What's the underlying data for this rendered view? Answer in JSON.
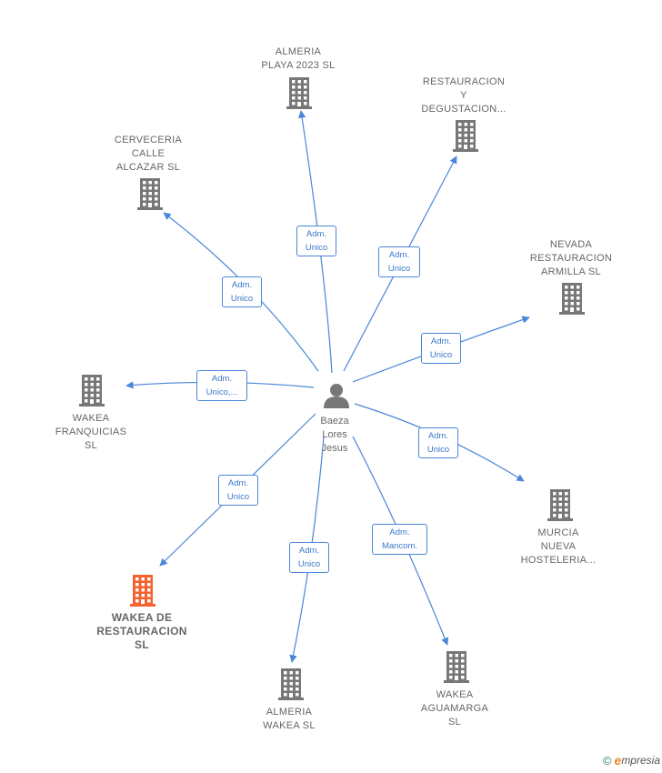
{
  "center": {
    "name_lines": [
      "Baeza",
      "Lores",
      "Jesus"
    ],
    "icon": "person-icon"
  },
  "companies": [
    {
      "id": "almeria-playa",
      "lines": [
        "ALMERIA",
        "PLAYA 2023  SL"
      ],
      "icon": "building-icon",
      "color": "#777777",
      "highlighted": false
    },
    {
      "id": "restauracion-degustacion",
      "lines": [
        "RESTAURACION",
        "Y",
        "DEGUSTACION..."
      ],
      "icon": "building-icon",
      "color": "#777777",
      "highlighted": false
    },
    {
      "id": "cerveceria-calle-alcazar",
      "lines": [
        "CERVECERIA",
        "CALLE",
        "ALCAZAR  SL"
      ],
      "icon": "building-icon",
      "color": "#777777",
      "highlighted": false
    },
    {
      "id": "nevada-restauracion-armilla",
      "lines": [
        "NEVADA",
        "RESTAURACION",
        "ARMILLA  SL"
      ],
      "icon": "building-icon",
      "color": "#777777",
      "highlighted": false
    },
    {
      "id": "wakea-franquicias",
      "lines": [
        "WAKEA",
        "FRANQUICIAS",
        "SL"
      ],
      "icon": "building-icon",
      "color": "#777777",
      "highlighted": false
    },
    {
      "id": "murcia-nueva-hosteleria",
      "lines": [
        "MURCIA",
        "NUEVA",
        "HOSTELERIA..."
      ],
      "icon": "building-icon",
      "color": "#777777",
      "highlighted": false
    },
    {
      "id": "wakea-de-restauracion",
      "lines": [
        "WAKEA DE",
        "RESTAURACION",
        "SL"
      ],
      "icon": "building-icon",
      "color": "#f4622e",
      "highlighted": true
    },
    {
      "id": "almeria-wakea",
      "lines": [
        "ALMERIA",
        "WAKEA  SL"
      ],
      "icon": "building-icon",
      "color": "#777777",
      "highlighted": false
    },
    {
      "id": "wakea-aguamarga",
      "lines": [
        "WAKEA",
        "AGUAMARGA",
        "SL"
      ],
      "icon": "building-icon",
      "color": "#777777",
      "highlighted": false
    }
  ],
  "relations": [
    {
      "to": "almeria-playa",
      "lines": [
        "Adm.",
        "Unico"
      ]
    },
    {
      "to": "restauracion-degustacion",
      "lines": [
        "Adm.",
        "Unico"
      ]
    },
    {
      "to": "cerveceria-calle-alcazar",
      "lines": [
        "Adm.",
        "Unico"
      ]
    },
    {
      "to": "nevada-restauracion-armilla",
      "lines": [
        "Adm.",
        "Unico"
      ]
    },
    {
      "to": "wakea-franquicias",
      "lines": [
        "Adm.",
        "Unico,..."
      ]
    },
    {
      "to": "murcia-nueva-hosteleria",
      "lines": [
        "Adm.",
        "Unico"
      ]
    },
    {
      "to": "wakea-de-restauracion",
      "lines": [
        "Adm.",
        "Unico"
      ]
    },
    {
      "to": "almeria-wakea",
      "lines": [
        "Adm.",
        "Unico"
      ]
    },
    {
      "to": "wakea-aguamarga",
      "lines": [
        "Adm.",
        "Mancom."
      ]
    }
  ],
  "colors": {
    "edge": "#4a86d8",
    "label_text": "#666666",
    "accent": "#f4622e"
  },
  "footer": {
    "copyright_symbol": "©",
    "brand_initial": "e",
    "brand_rest": "mpresia"
  }
}
